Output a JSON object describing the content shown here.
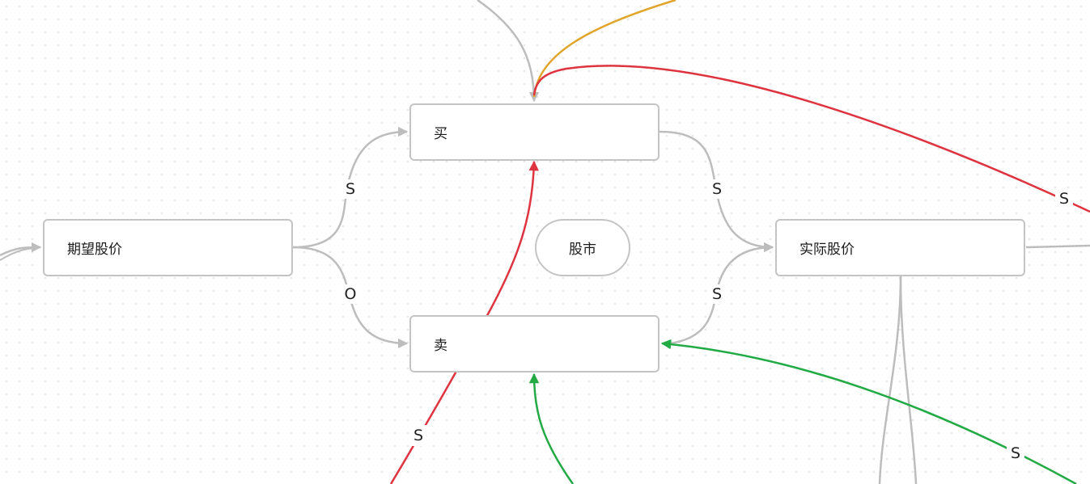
{
  "colors": {
    "grey": "#bdbdbd",
    "red": "#de3440",
    "green": "#22aa44",
    "orange": "#e0a52a"
  },
  "nodes": {
    "expected_price": "期望股价",
    "buy": "买",
    "sell": "卖",
    "stock_market": "股市",
    "actual_price": "实际股价"
  },
  "edges": {
    "expected_to_buy": "S",
    "expected_to_sell": "O",
    "buy_to_actual": "S",
    "sell_to_actual": "S",
    "red_right": "S",
    "red_bottom": "S",
    "green_right": "S"
  }
}
